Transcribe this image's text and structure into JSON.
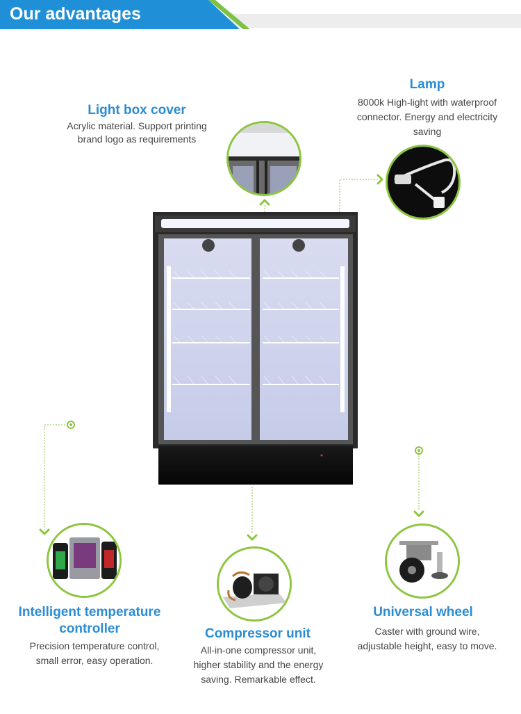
{
  "header": {
    "title": "Our advantages"
  },
  "features": {
    "light_box": {
      "title": "Light box cover",
      "desc1": "Acrylic material. Support printing",
      "desc2": "brand logo as requirements",
      "icon": "light-box-photo"
    },
    "lamp": {
      "title": "Lamp",
      "desc1": "8000k High-light with waterproof",
      "desc2": "connector. Energy and electricity",
      "desc3": "saving",
      "icon": "lamp-connector-photo"
    },
    "controller": {
      "title1": "Intelligent temperature",
      "title2": "controller",
      "desc1": "Precision temperature control,",
      "desc2": "small error, easy operation.",
      "icon": "temperature-controller-photo"
    },
    "compressor": {
      "title": "Compressor unit",
      "desc1": "All-in-one compressor unit,",
      "desc2": "higher stability and the energy",
      "desc3": "saving. Remarkable effect.",
      "icon": "compressor-photo"
    },
    "wheel": {
      "title": "Universal wheel",
      "desc1": "Caster with ground wire,",
      "desc2": "adjustable height, easy to move.",
      "icon": "caster-wheel-photo"
    }
  },
  "colors": {
    "blue": "#1f8fd8",
    "green": "#7dc243",
    "title_blue": "#2a8cd2",
    "gray": "#ededed"
  }
}
